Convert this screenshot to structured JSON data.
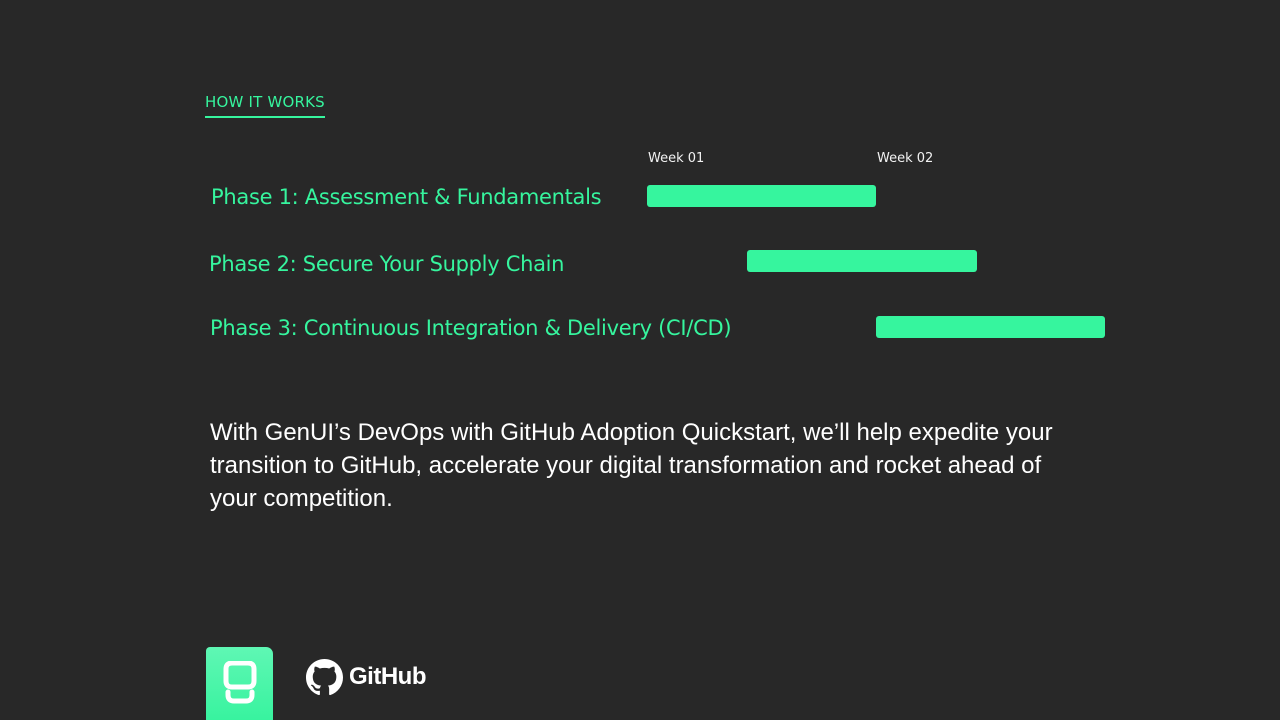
{
  "section": {
    "label": "HOW IT WORKS"
  },
  "timeline": {
    "weeks": [
      "Week 01",
      "Week 02"
    ],
    "phases": [
      {
        "label": "Phase 1: Assessment & Fundamentals"
      },
      {
        "label": "Phase 2: Secure Your Supply Chain"
      },
      {
        "label": "Phase 3: Continuous Integration & Delivery (CI/CD)"
      }
    ]
  },
  "description": "With GenUI’s DevOps with GitHub Adoption Quickstart, we’ll help expedite your transition to GitHub, accelerate your digital transformation and rocket ahead of your competition.",
  "footer": {
    "partner_logo_text": "GitHub"
  },
  "colors": {
    "background": "#282828",
    "accent": "#36f59e",
    "text": "#ffffff"
  },
  "icons": {
    "genui_logo": "genui-logo-icon",
    "github_mark": "github-octocat-icon"
  }
}
